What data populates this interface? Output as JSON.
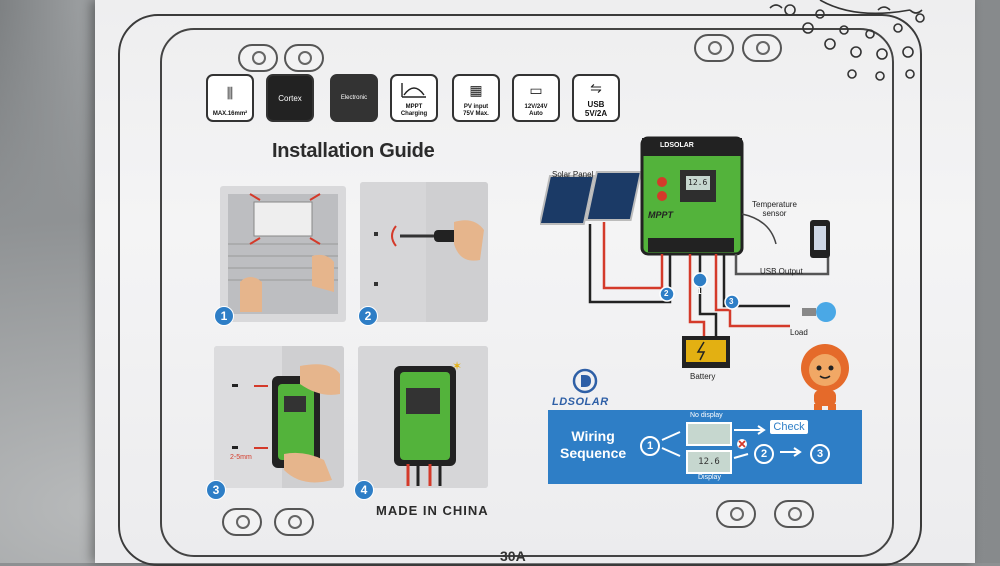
{
  "feature_icons": [
    {
      "name": "cable-icon",
      "caption": "MAX.16mm²"
    },
    {
      "name": "chip-icon",
      "caption": ""
    },
    {
      "name": "processor-icon",
      "caption": ""
    },
    {
      "name": "mppt-curve-icon",
      "caption": "MPPT Charging"
    },
    {
      "name": "solar-panel-icon",
      "caption": "PV input\n75V Max."
    },
    {
      "name": "battery-icon",
      "caption": "12V/24V\nAuto"
    },
    {
      "name": "usb-icon",
      "caption": "USB\n5V/2A"
    }
  ],
  "chip_texts": {
    "cortex": "Cortex",
    "electronic": "Electronic"
  },
  "title": "Installation Guide",
  "steps": [
    "1",
    "2",
    "3",
    "4"
  ],
  "step3_note": "2-5mm",
  "made_in": "MADE IN CHINA",
  "diagram": {
    "solar_panel": "Solar Panel",
    "temperature": "Temperature\nsensor",
    "usb_output": "USB Output",
    "load": "Load",
    "battery": "Battery",
    "controller_brand": "LDSOLAR",
    "controller_model": "MPPT",
    "controller_lcd": "12.6",
    "wire_numbers": [
      "1",
      "2",
      "3"
    ]
  },
  "brand": "LDSOLAR",
  "wiring": {
    "title_line1": "Wiring",
    "title_line2": "Sequence",
    "no_display": "No display",
    "display": "Display",
    "check": "Check",
    "lcd_value": "12.6",
    "num1": "1",
    "num2": "2",
    "num3": "3"
  },
  "bottom_partial": "30A",
  "colors": {
    "controller_green": "#53b33b",
    "blue_panel": "#2e7ec6",
    "wire_red": "#d43a2a",
    "wire_black": "#222222"
  }
}
